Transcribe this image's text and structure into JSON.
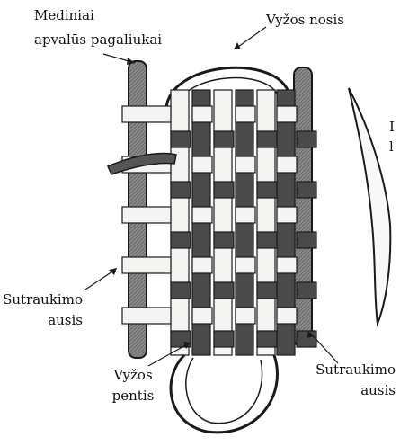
{
  "labels": {
    "top_left": {
      "line1": "Mediniai",
      "line2": "apvalūs pagaliukai"
    },
    "top_right": "Vyžos nosis",
    "mid_left": {
      "line1": "Sutraukimo",
      "line2": "ausis"
    },
    "bottom_center": {
      "line1": "Vyžos",
      "line2": "pentis"
    },
    "bottom_right": {
      "line1": "Sutraukimo",
      "line2": "ausis"
    },
    "edge_right": {
      "line1": "I",
      "line2": "l"
    }
  },
  "colors": {
    "ink": "#1a1a1a",
    "strip_light": "#f4f4f2",
    "strip_dark": "#4a4a4a",
    "stick": "#7a7a7a"
  }
}
